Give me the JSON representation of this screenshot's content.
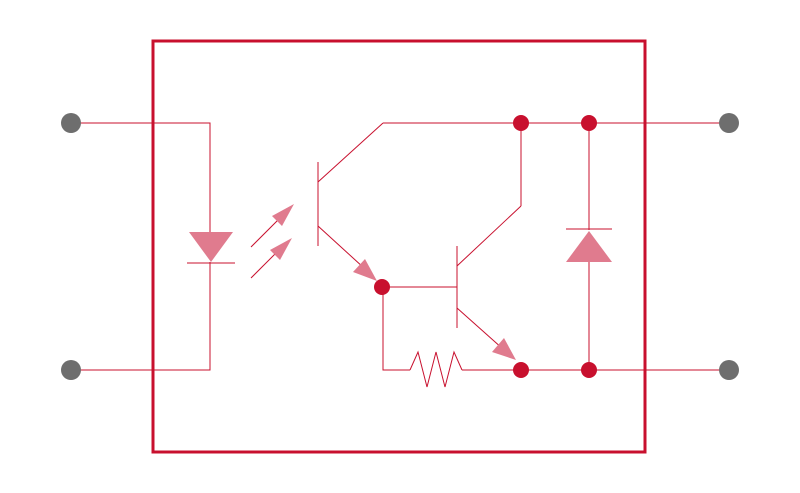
{
  "diagram": {
    "kind": "optocoupler-darlington-schematic",
    "colors": {
      "wire": "#c8102e",
      "symbol_fill": "#e07b8e",
      "terminal": "#6e6e6e",
      "junction": "#c8102e",
      "background": "#ffffff"
    },
    "components": [
      {
        "id": "input-led",
        "type": "led"
      },
      {
        "id": "light-arrows",
        "type": "optical-coupling"
      },
      {
        "id": "phototransistor",
        "type": "npn-phototransistor"
      },
      {
        "id": "output-transistor",
        "type": "npn-transistor"
      },
      {
        "id": "base-resistor",
        "type": "resistor"
      },
      {
        "id": "protection-diode",
        "type": "diode"
      }
    ],
    "terminals": [
      "input-anode",
      "input-cathode",
      "output-collector",
      "output-emitter"
    ]
  }
}
